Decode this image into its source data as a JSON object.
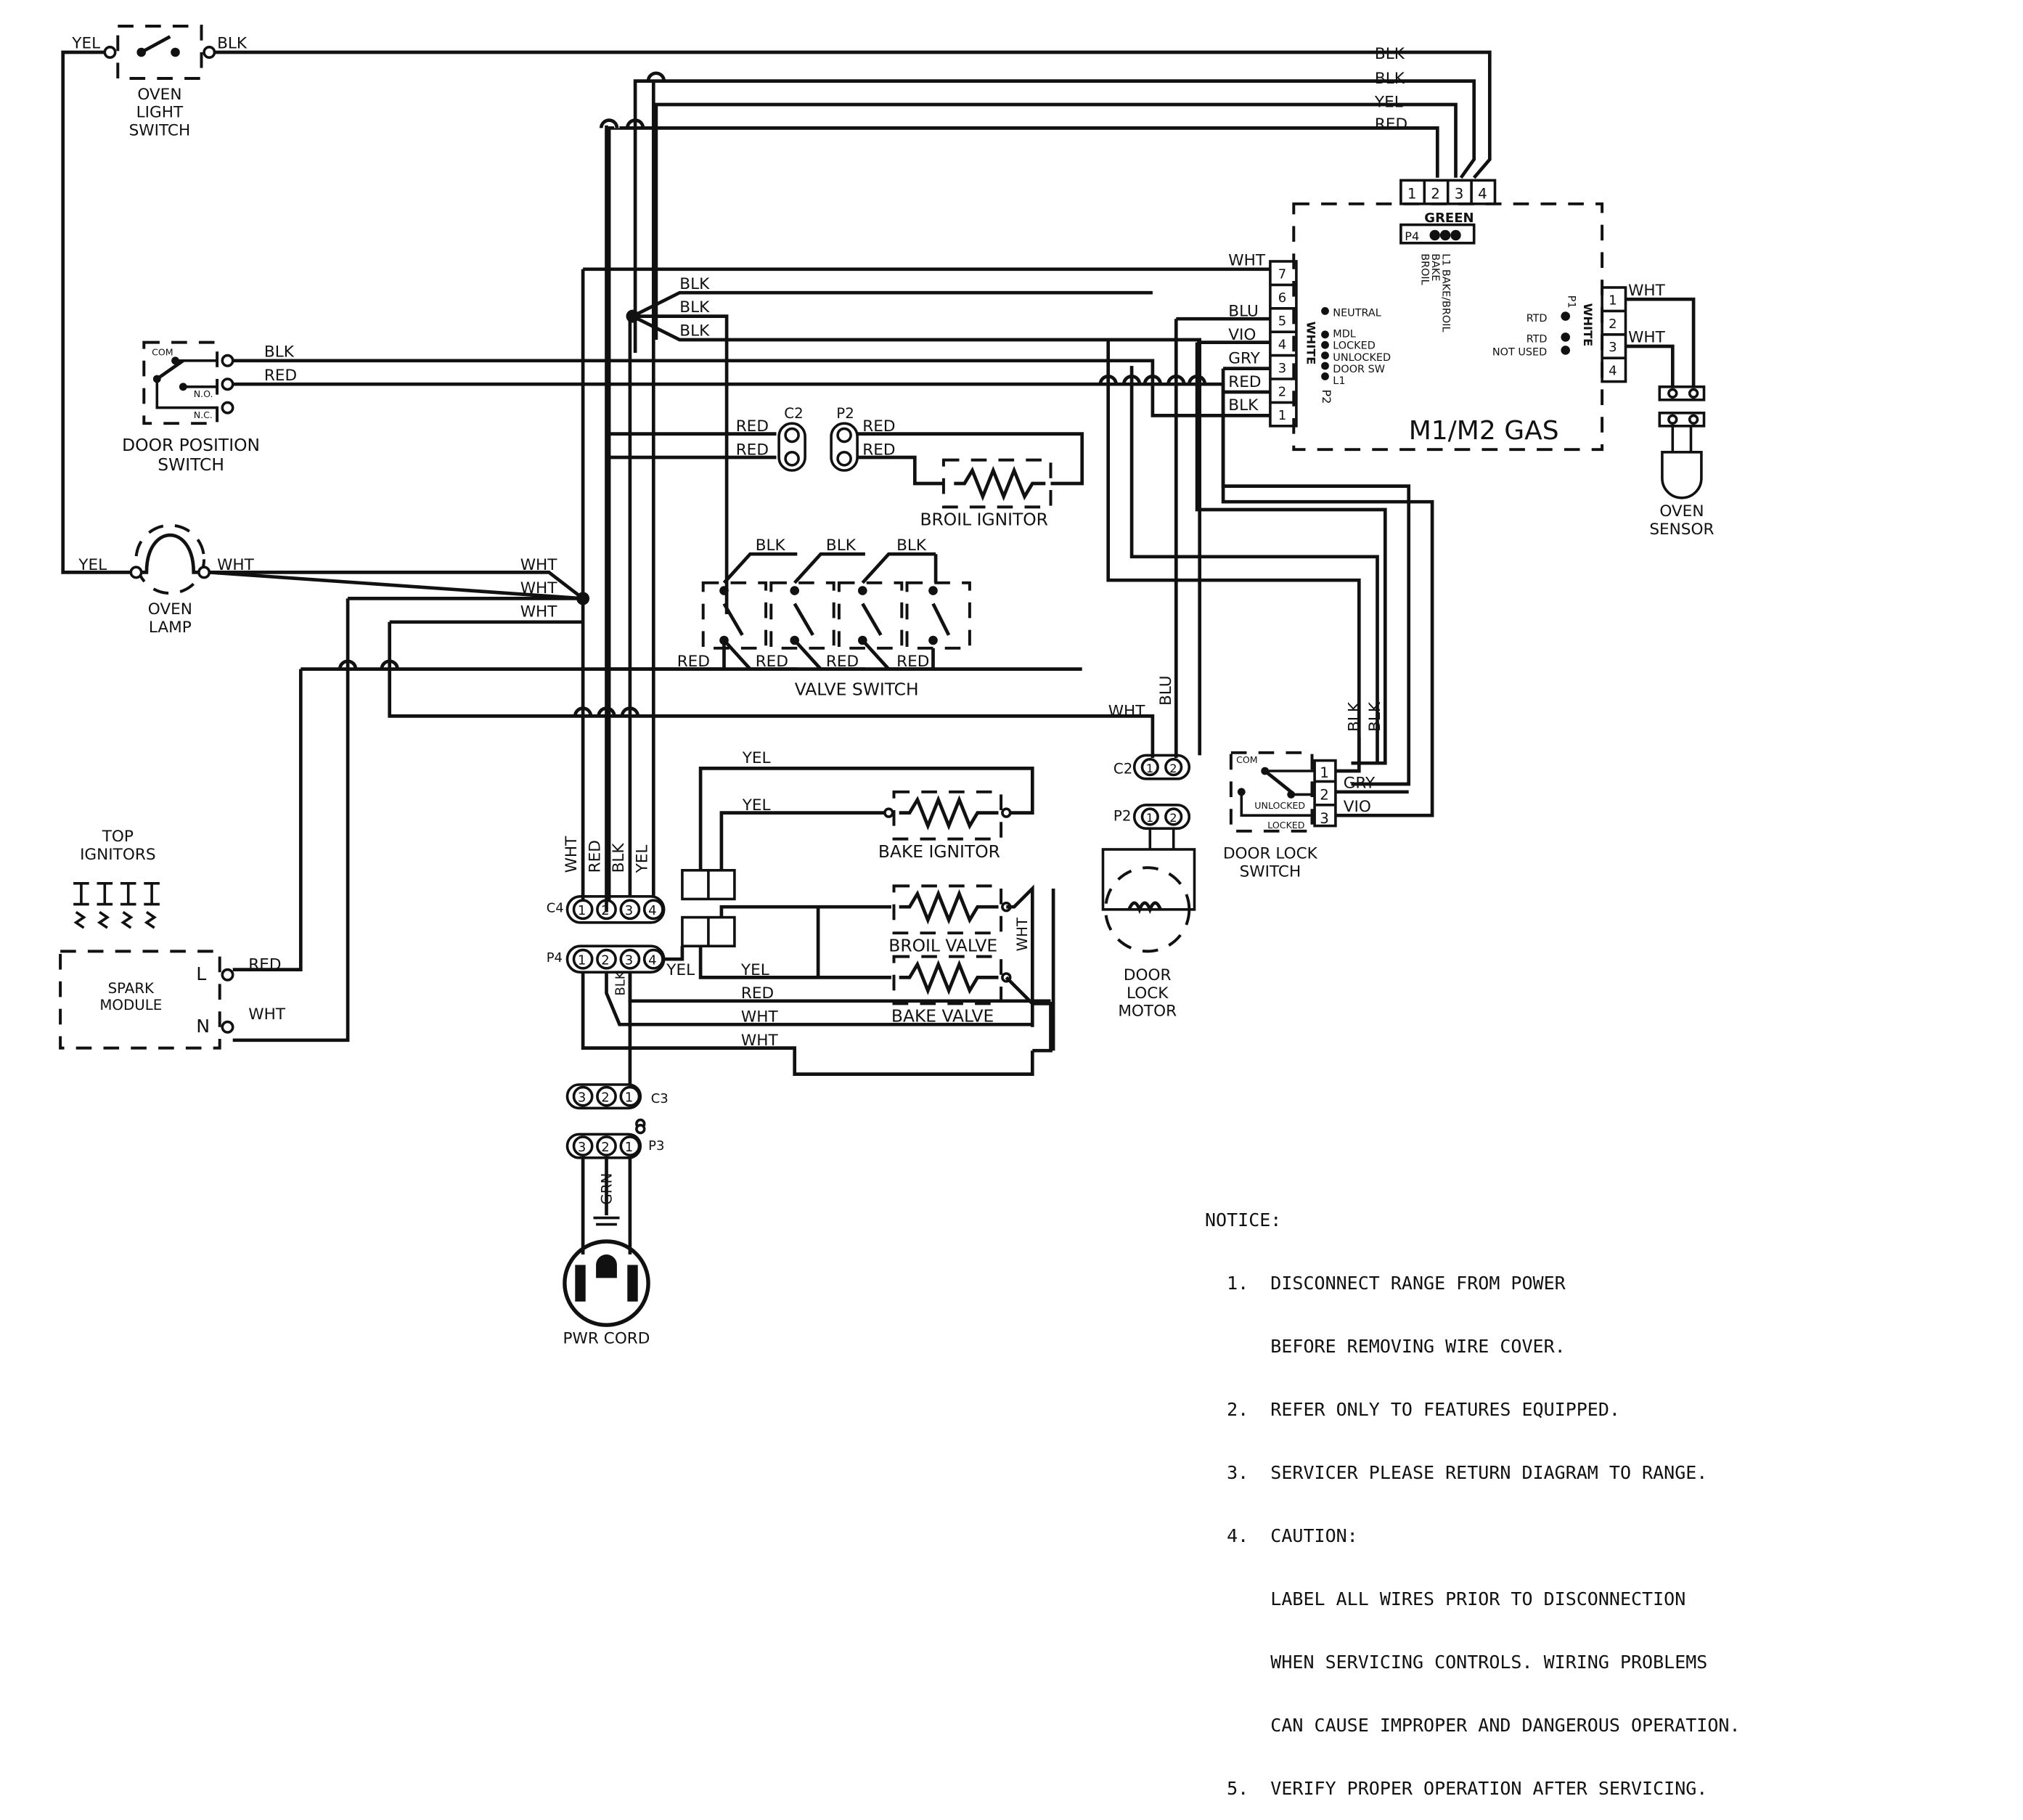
{
  "components": {
    "oven_light_switch": "OVEN\nLIGHT\nSWITCH",
    "door_position_switch": "DOOR POSITION\nSWITCH",
    "oven_lamp": "OVEN\nLAMP",
    "top_ignitors": "TOP\nIGNITORS",
    "spark_module": "SPARK\nMODULE",
    "broil_ignitor": "BROIL IGNITOR",
    "valve_switch": "VALVE SWITCH",
    "bake_ignitor": "BAKE IGNITOR",
    "broil_valve": "BROIL VALVE",
    "bake_valve": "BAKE VALVE",
    "door_lock_motor": "DOOR\nLOCK\nMOTOR",
    "door_lock_switch": "DOOR LOCK\nSWITCH",
    "oven_sensor": "OVEN\nSENSOR",
    "control_board": "M1/M2 GAS",
    "pwr_cord": "PWR CORD"
  },
  "connectors": {
    "c2": "C2",
    "p2": "P2",
    "c3": "C3",
    "p3": "P3",
    "c4": "C4",
    "p4": "P4",
    "p1": "P1",
    "p4_board": "P4",
    "green": "GREEN",
    "white": "WHITE"
  },
  "switch_terms": {
    "com": "COM",
    "no": "N.O.",
    "nc": "N.C.",
    "unlocked": "UNLOCKED",
    "locked": "LOCKED",
    "L": "L",
    "N": "N"
  },
  "board_pins": {
    "p2_labels": [
      "NEUTRAL",
      "MDL",
      "LOCKED",
      "UNLOCKED",
      "DOOR SW",
      "L1"
    ],
    "p4_labels": [
      "L1 BAKE/BROIL",
      "BAKE",
      "BROIL"
    ],
    "p1_labels": [
      "RTD",
      "RTD",
      "NOT USED"
    ]
  },
  "wire_colors": {
    "blk": "BLK",
    "red": "RED",
    "yel": "YEL",
    "wht": "WHT",
    "blu": "BLU",
    "vio": "VIO",
    "gry": "GRY",
    "grn": "GRN"
  },
  "notice": [
    "NOTICE:",
    "  1.  DISCONNECT RANGE FROM POWER",
    "      BEFORE REMOVING WIRE COVER.",
    "  2.  REFER ONLY TO FEATURES EQUIPPED.",
    "  3.  SERVICER PLEASE RETURN DIAGRAM TO RANGE.",
    "  4.  CAUTION:",
    "      LABEL ALL WIRES PRIOR TO DISCONNECTION",
    "      WHEN SERVICING CONTROLS. WIRING PROBLEMS",
    "      CAN CAUSE IMPROPER AND DANGEROUS OPERATION.",
    "  5.  VERIFY PROPER OPERATION AFTER SERVICING."
  ]
}
